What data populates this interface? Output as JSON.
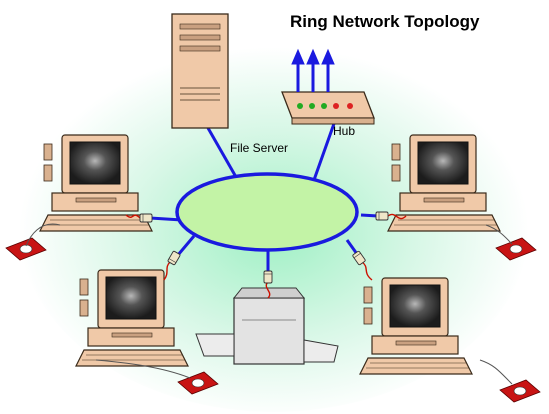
{
  "title": "Ring Network Topology",
  "labels": {
    "file_server": "File Server",
    "hub": "Hub"
  },
  "colors": {
    "ring_fill": "#c3f3a6",
    "link_blue": "#1a1adf",
    "glow_center": "#9ff0c4",
    "monitor_case": "#f0c9a8",
    "screen": "#2a2a2a",
    "printer_body": "#e3e3e3",
    "serial_cable": "#cc1100",
    "mouse_pad": "#c81414"
  },
  "icons": {
    "server": "file-server-icon",
    "hub": "network-hub-icon",
    "workstation": "desktop-computer-icon",
    "printer": "printer-icon",
    "uplink": "uplink-arrows-icon"
  }
}
